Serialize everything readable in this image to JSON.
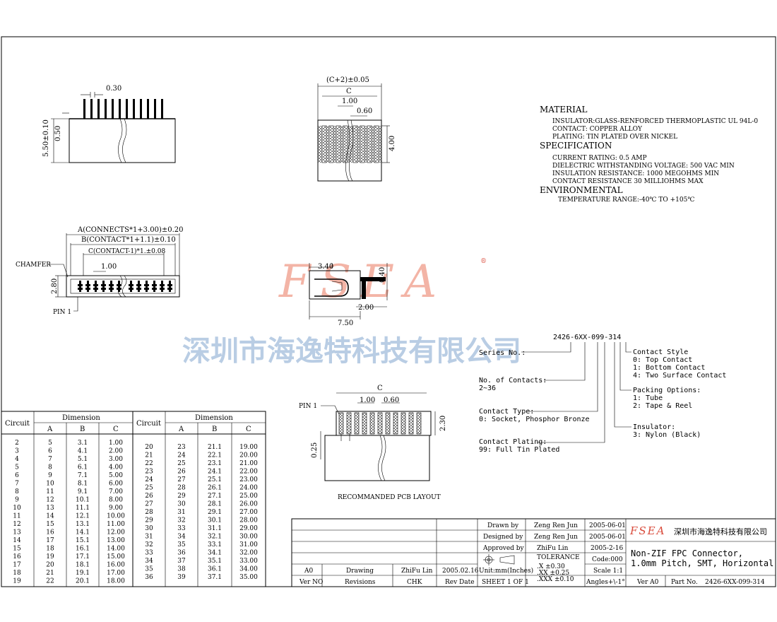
{
  "watermark": {
    "logo": "FSEA",
    "company": "深圳市海逸特科技有限公司",
    "reg": "®"
  },
  "top_view": {
    "pitch": "0.30",
    "height": "5.50±0.10",
    "sub": "0.50"
  },
  "side_view": {
    "total": "(C+2)±0.05",
    "c": "C",
    "pitch": "1.00",
    "width": "0.60",
    "depth": "4.00"
  },
  "front_view": {
    "a": "A(CONNECTS*1+3.00)±0.20",
    "b": "B(CONTACT*1+1.1)±0.10",
    "c": "C(CONTACT-1)*1.±0.08",
    "pitch": "1.00",
    "chamfer": "CHAMFER",
    "height": "2.80",
    "pin1": "PIN 1"
  },
  "contact_view": {
    "w1": "3.40",
    "h1": "0.40",
    "w2": "2.00",
    "total": "7.50"
  },
  "notes": {
    "material_h": "MATERIAL",
    "material": [
      "INSULATOR:GLASS-RENFORCED THERMOPLASTIC UL 94L-0",
      "CONTACT: COPPER ALLOY",
      "PLATING: TIN PLATED OVER NICKEL"
    ],
    "spec_h": "SPECIFICATION",
    "spec": [
      "CURRENT RATING: 0.5 AMP",
      "DIELECTRIC WITHSTANDING VOLTAGE: 500 VAC MIN",
      "INSULATION RESISTANCE: 1000 MEGOHMS MIN",
      "CONTACT RESISTANCE 30 MILLIOHMS MAX"
    ],
    "env_h": "ENVIRONMENTAL",
    "env": [
      "TEMPERATURE RANGE:-40℃ TO +105℃"
    ]
  },
  "part_code": {
    "code": "2426-6XX-099-314",
    "series": "Series No.:",
    "contacts": [
      "No. of Contacts:",
      "2~36"
    ],
    "type": [
      "Contact Type:",
      "0: Socket, Phosphor Bronze"
    ],
    "plating": [
      "Contact Plating:",
      "99: Full Tin Plated"
    ],
    "style": [
      "Contact Style",
      "0: Top Contact",
      "1: Bottom Contact",
      "4: Two Surface Contact"
    ],
    "packing": [
      "Packing Options:",
      "1: Tube",
      "2: Tape & Reel"
    ],
    "insulator": [
      "Insulator:",
      "3: Nylon (Black)"
    ]
  },
  "pcb": {
    "pin1": "PIN 1",
    "c": "C",
    "pitch": "1.00",
    "width": "0.60",
    "height": "2.30",
    "pad": "0.25",
    "caption": "RECOMMANDED PCB LAYOUT"
  },
  "table": {
    "circuit": "Circuit",
    "dimension": "Dimension",
    "cols": [
      "A",
      "B",
      "C"
    ],
    "left": [
      [
        "2",
        "5",
        "3.1",
        "1.00"
      ],
      [
        "3",
        "6",
        "4.1",
        "2.00"
      ],
      [
        "4",
        "7",
        "5.1",
        "3.00"
      ],
      [
        "5",
        "8",
        "6.1",
        "4.00"
      ],
      [
        "6",
        "9",
        "7.1",
        "5.00"
      ],
      [
        "7",
        "10",
        "8.1",
        "6.00"
      ],
      [
        "8",
        "11",
        "9.1",
        "7.00"
      ],
      [
        "9",
        "12",
        "10.1",
        "8.00"
      ],
      [
        "10",
        "13",
        "11.1",
        "9.00"
      ],
      [
        "11",
        "14",
        "12.1",
        "10.00"
      ],
      [
        "12",
        "15",
        "13.1",
        "11.00"
      ],
      [
        "13",
        "16",
        "14.1",
        "12.00"
      ],
      [
        "14",
        "17",
        "15.1",
        "13.00"
      ],
      [
        "15",
        "18",
        "16.1",
        "14.00"
      ],
      [
        "16",
        "19",
        "17.1",
        "15.00"
      ],
      [
        "17",
        "20",
        "18.1",
        "16.00"
      ],
      [
        "18",
        "21",
        "19.1",
        "17.00"
      ],
      [
        "19",
        "22",
        "20.1",
        "18.00"
      ]
    ],
    "right": [
      [
        "20",
        "23",
        "21.1",
        "19.00"
      ],
      [
        "21",
        "24",
        "22.1",
        "20.00"
      ],
      [
        "22",
        "25",
        "23.1",
        "21.00"
      ],
      [
        "23",
        "26",
        "24.1",
        "22.00"
      ],
      [
        "24",
        "27",
        "25.1",
        "23.00"
      ],
      [
        "25",
        "28",
        "26.1",
        "24.00"
      ],
      [
        "26",
        "29",
        "27.1",
        "25.00"
      ],
      [
        "27",
        "30",
        "28.1",
        "26.00"
      ],
      [
        "28",
        "31",
        "29.1",
        "27.00"
      ],
      [
        "29",
        "32",
        "30.1",
        "28.00"
      ],
      [
        "30",
        "33",
        "31.1",
        "29.00"
      ],
      [
        "31",
        "34",
        "32.1",
        "30.00"
      ],
      [
        "32",
        "35",
        "33.1",
        "31.00"
      ],
      [
        "33",
        "36",
        "34.1",
        "32.00"
      ],
      [
        "34",
        "37",
        "35.1",
        "33.00"
      ],
      [
        "35",
        "38",
        "36.1",
        "34.00"
      ],
      [
        "36",
        "39",
        "37.1",
        "35.00"
      ]
    ]
  },
  "title_block": {
    "rev": [
      "A0",
      "Drawing",
      "ZhiFu Lin",
      "2005.02.16"
    ],
    "rev_head": [
      "Ver NO",
      "Revisions",
      "CHK",
      "Rev Date"
    ],
    "sign_labels": [
      "Drawn   by",
      "Designed  by",
      "Approved by"
    ],
    "sign_names": [
      "Zeng Ren Jun",
      "Zeng Ren Jun",
      "ZhiFu Lin"
    ],
    "sign_dates": [
      "2005-06-01",
      "2005-06-01",
      "2005-2-16"
    ],
    "tolerance": "TOLERANCE",
    "tol": [
      ".X      ±0.30",
      ".XX    ±0.25",
      ".XXX  ±0.10"
    ],
    "units": "Unit:mm(Inches)",
    "sheet": "SHEET 1 OF 1",
    "code": "Code:000",
    "scale": "Scale 1:1",
    "angles": "Angles+\\-1°",
    "logo": "FSEA",
    "company": "深圳市海逸特科技有限公司",
    "title": [
      "Non-ZIF FPC Connector,",
      "1.0mm Pitch, SMT, Horizontal"
    ],
    "ver": "Ver A0",
    "part_label": "Part No.",
    "part_no": "2426-6XX-099-314"
  }
}
